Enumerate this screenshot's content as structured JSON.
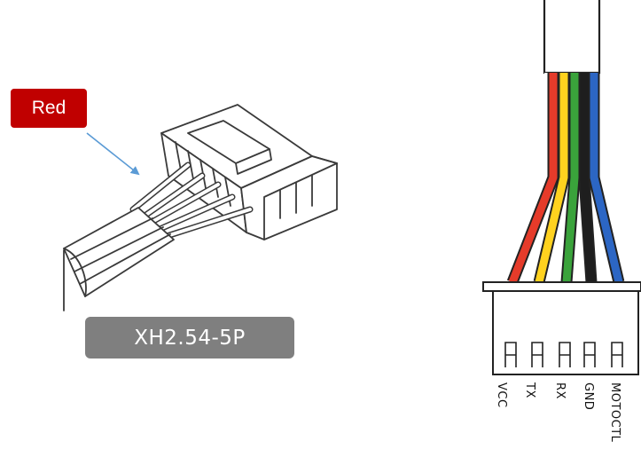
{
  "callout": {
    "text": "Red"
  },
  "connector": {
    "model": "XH2.54-5P"
  },
  "pins": [
    {
      "label": "VCC",
      "wire_color": "#e53b2a"
    },
    {
      "label": "TX",
      "wire_color": "#ffd21f"
    },
    {
      "label": "RX",
      "wire_color": "#3aa33b"
    },
    {
      "label": "GND",
      "wire_color": "#1e1e1e"
    },
    {
      "label": "MOTOCTL",
      "wire_color": "#2c66c4"
    }
  ],
  "colors": {
    "callout_bg": "#c00000",
    "label_bg": "#7f7f7f",
    "arrow": "#5b9bd5"
  }
}
